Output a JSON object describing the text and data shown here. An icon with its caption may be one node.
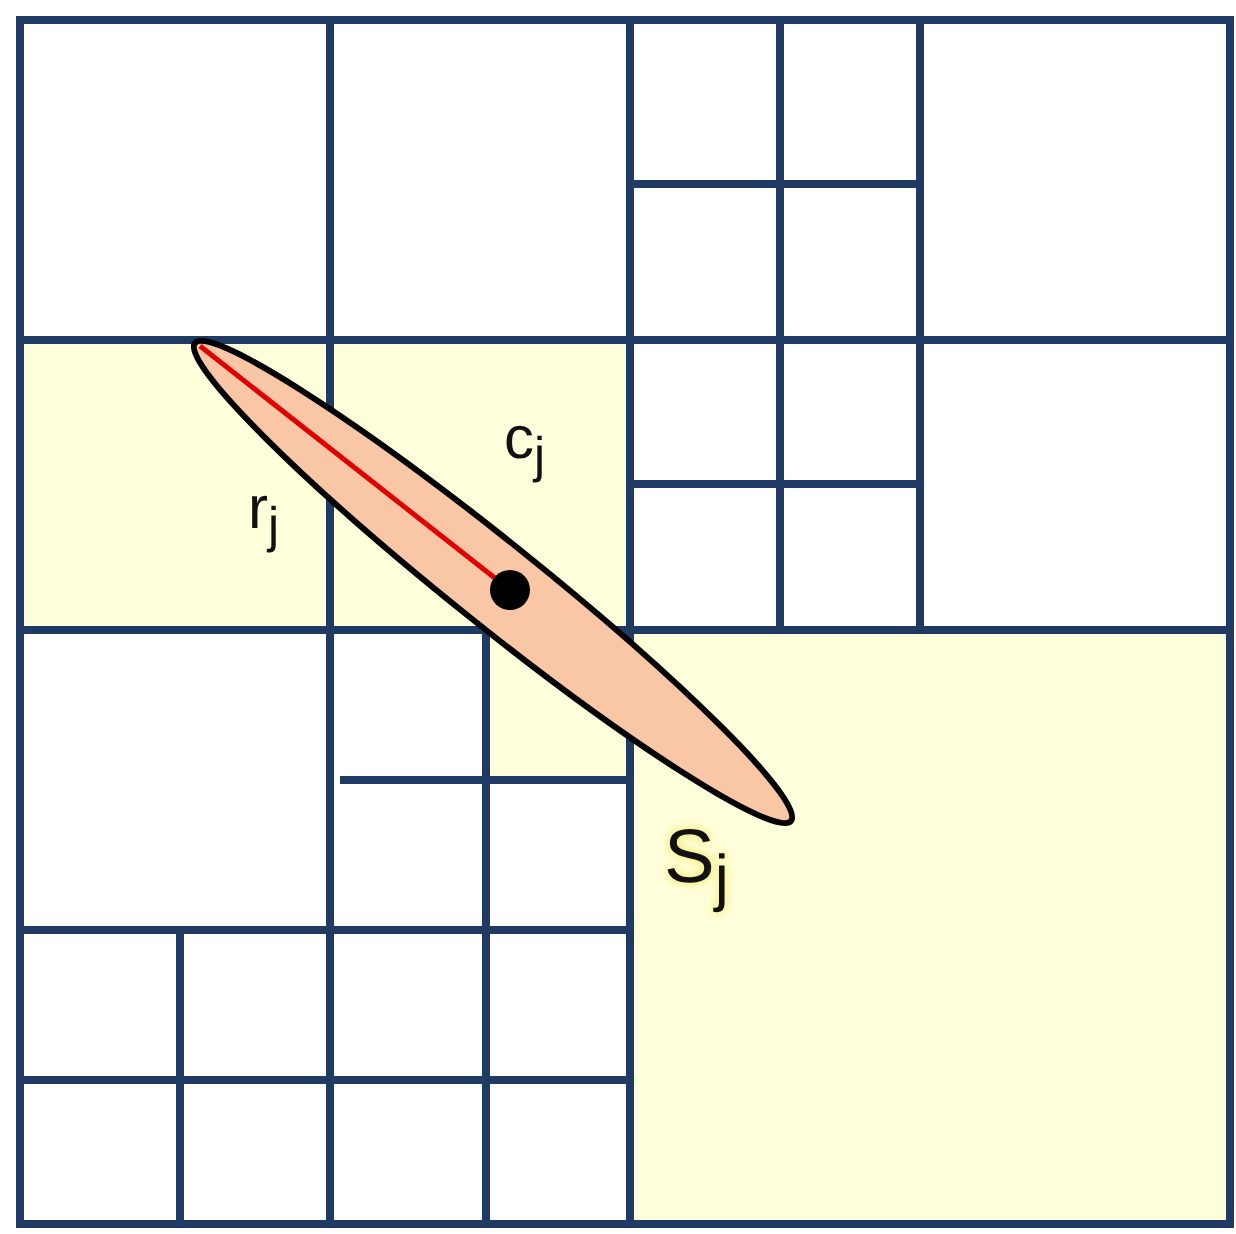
{
  "diagram": {
    "labels": [
      "c$_{j}$",
      "r$_{j}$",
      "S$_{j}$"
    ]
  }
}
